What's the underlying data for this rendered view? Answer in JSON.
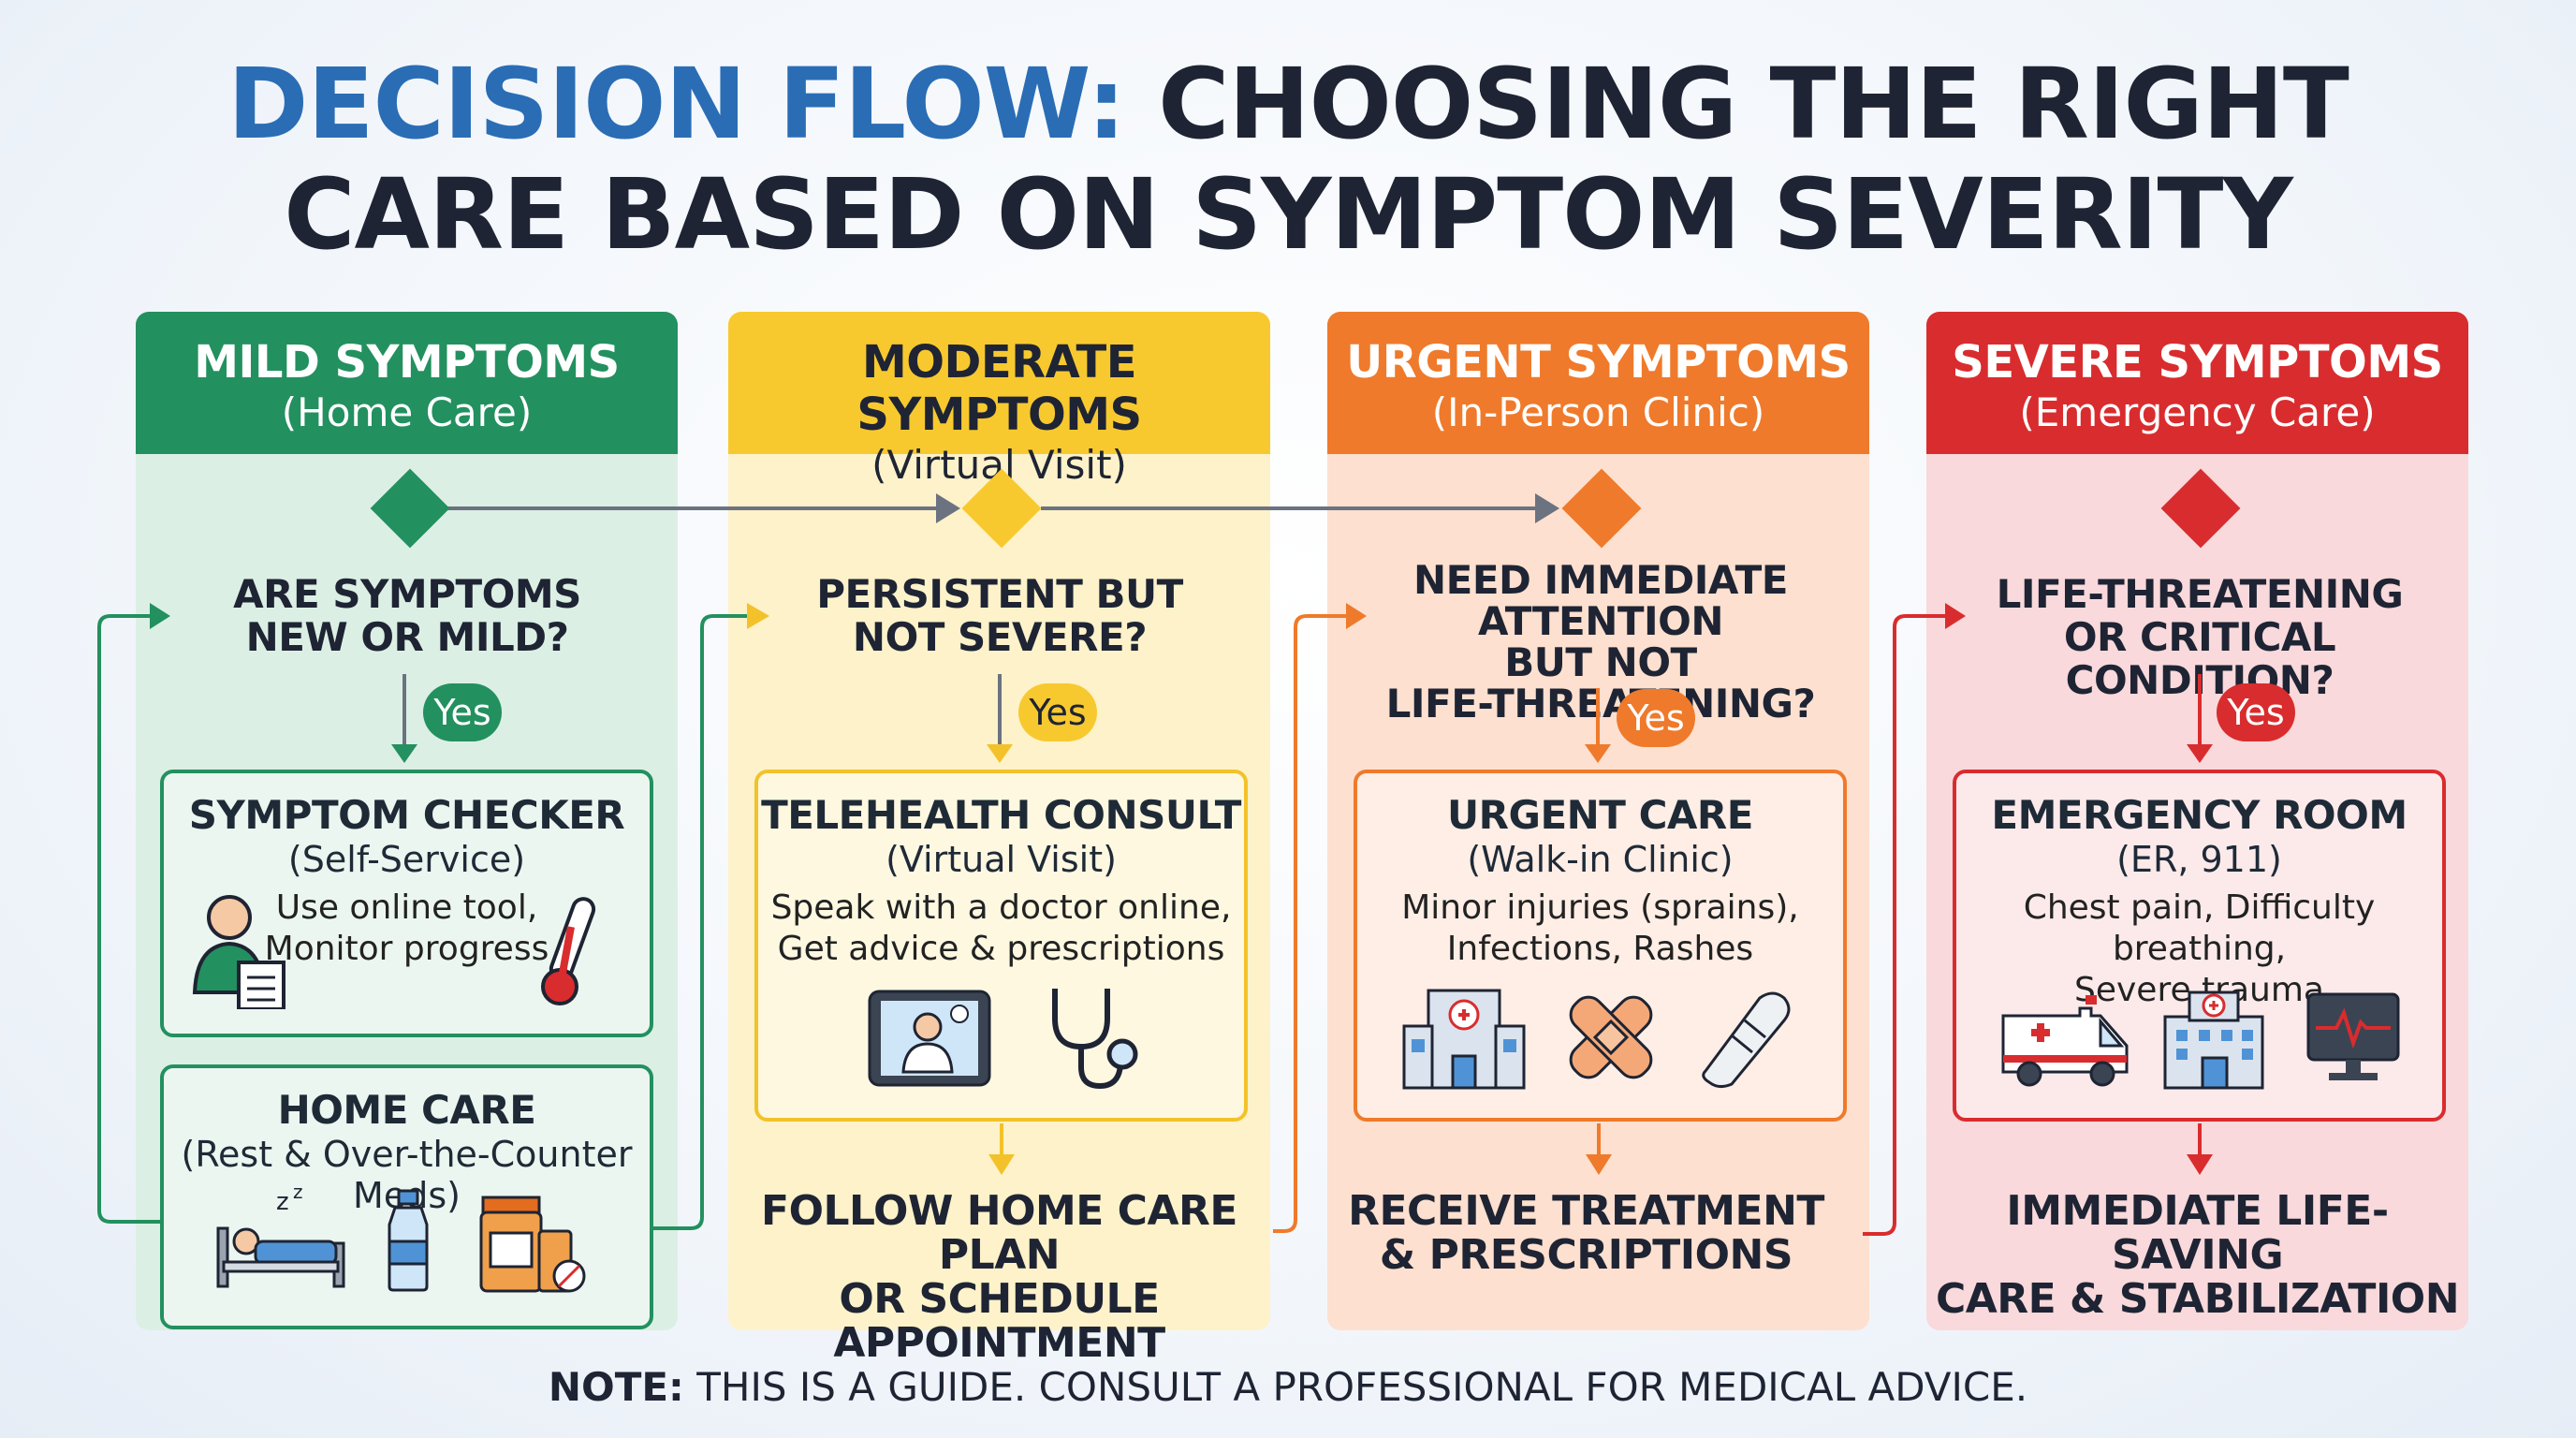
{
  "title": {
    "part1": "DECISION FLOW:",
    "part2": "CHOOSING THE RIGHT",
    "line2": "CARE BASED ON SYMPTOM SEVERITY"
  },
  "colors": {
    "green": "#23905f",
    "yellow": "#f8c92f",
    "orange": "#ef7a2b",
    "red": "#d92c2e",
    "title_blue": "#2a6db5"
  },
  "columns": [
    {
      "heading": "MILD SYMPTOMS",
      "subheading": "(Home Care)",
      "question": [
        "ARE SYMPTOMS",
        "NEW OR MILD?"
      ],
      "yes": "Yes",
      "box1": {
        "title": "SYMPTOM CHECKER",
        "subtitle": "(Self-Service)",
        "desc": [
          "Use online tool,",
          "Monitor progress"
        ],
        "icons": [
          "doctor-clipboard-icon",
          "thermometer-icon"
        ]
      },
      "box2": {
        "title": "HOME CARE",
        "subtitle": "(Rest & Over-the-Counter Meds)",
        "icons": [
          "bed-sleep-icon",
          "water-bottle-icon",
          "medicine-bottle-icon"
        ]
      }
    },
    {
      "heading": "MODERATE SYMPTOMS",
      "subheading": "(Virtual Visit)",
      "question": [
        "PERSISTENT BUT",
        "NOT SEVERE?"
      ],
      "yes": "Yes",
      "box1": {
        "title": "TELEHEALTH CONSULT",
        "subtitle": "(Virtual Visit)",
        "desc": [
          "Speak with a doctor online,",
          "Get advice & prescriptions"
        ],
        "icons": [
          "tablet-doctor-icon",
          "stethoscope-icon"
        ]
      },
      "outcome": [
        "FOLLOW HOME CARE PLAN",
        "OR SCHEDULE APPOINTMENT"
      ]
    },
    {
      "heading": "URGENT SYMPTOMS",
      "subheading": "(In-Person Clinic)",
      "question": [
        "NEED IMMEDIATE ATTENTION",
        "BUT NOT",
        "LIFE-THREATENING?"
      ],
      "yes": "Yes",
      "box1": {
        "title": "URGENT CARE",
        "subtitle": "(Walk-in Clinic)",
        "desc": [
          "Minor injuries (sprains),",
          "Infections, Rashes"
        ],
        "icons": [
          "clinic-building-icon",
          "bandage-icon",
          "cast-icon"
        ]
      },
      "outcome": [
        "RECEIVE TREATMENT",
        "& PRESCRIPTIONS"
      ]
    },
    {
      "heading": "SEVERE SYMPTOMS",
      "subheading": "(Emergency Care)",
      "question": [
        "LIFE-THREATENING",
        "OR CRITICAL CONDITION?"
      ],
      "yes": "Yes",
      "box1": {
        "title": "EMERGENCY ROOM",
        "subtitle": "(ER, 911)",
        "desc": [
          "Chest pain, Difficulty breathing,",
          "Severe trauma"
        ],
        "icons": [
          "ambulance-icon",
          "hospital-icon",
          "heart-monitor-icon"
        ]
      },
      "outcome": [
        "IMMEDIATE LIFE-SAVING",
        "CARE & STABILIZATION"
      ]
    }
  ],
  "note": {
    "label": "NOTE:",
    "text": " THIS IS A GUIDE. CONSULT A PROFESSIONAL FOR MEDICAL ADVICE."
  }
}
